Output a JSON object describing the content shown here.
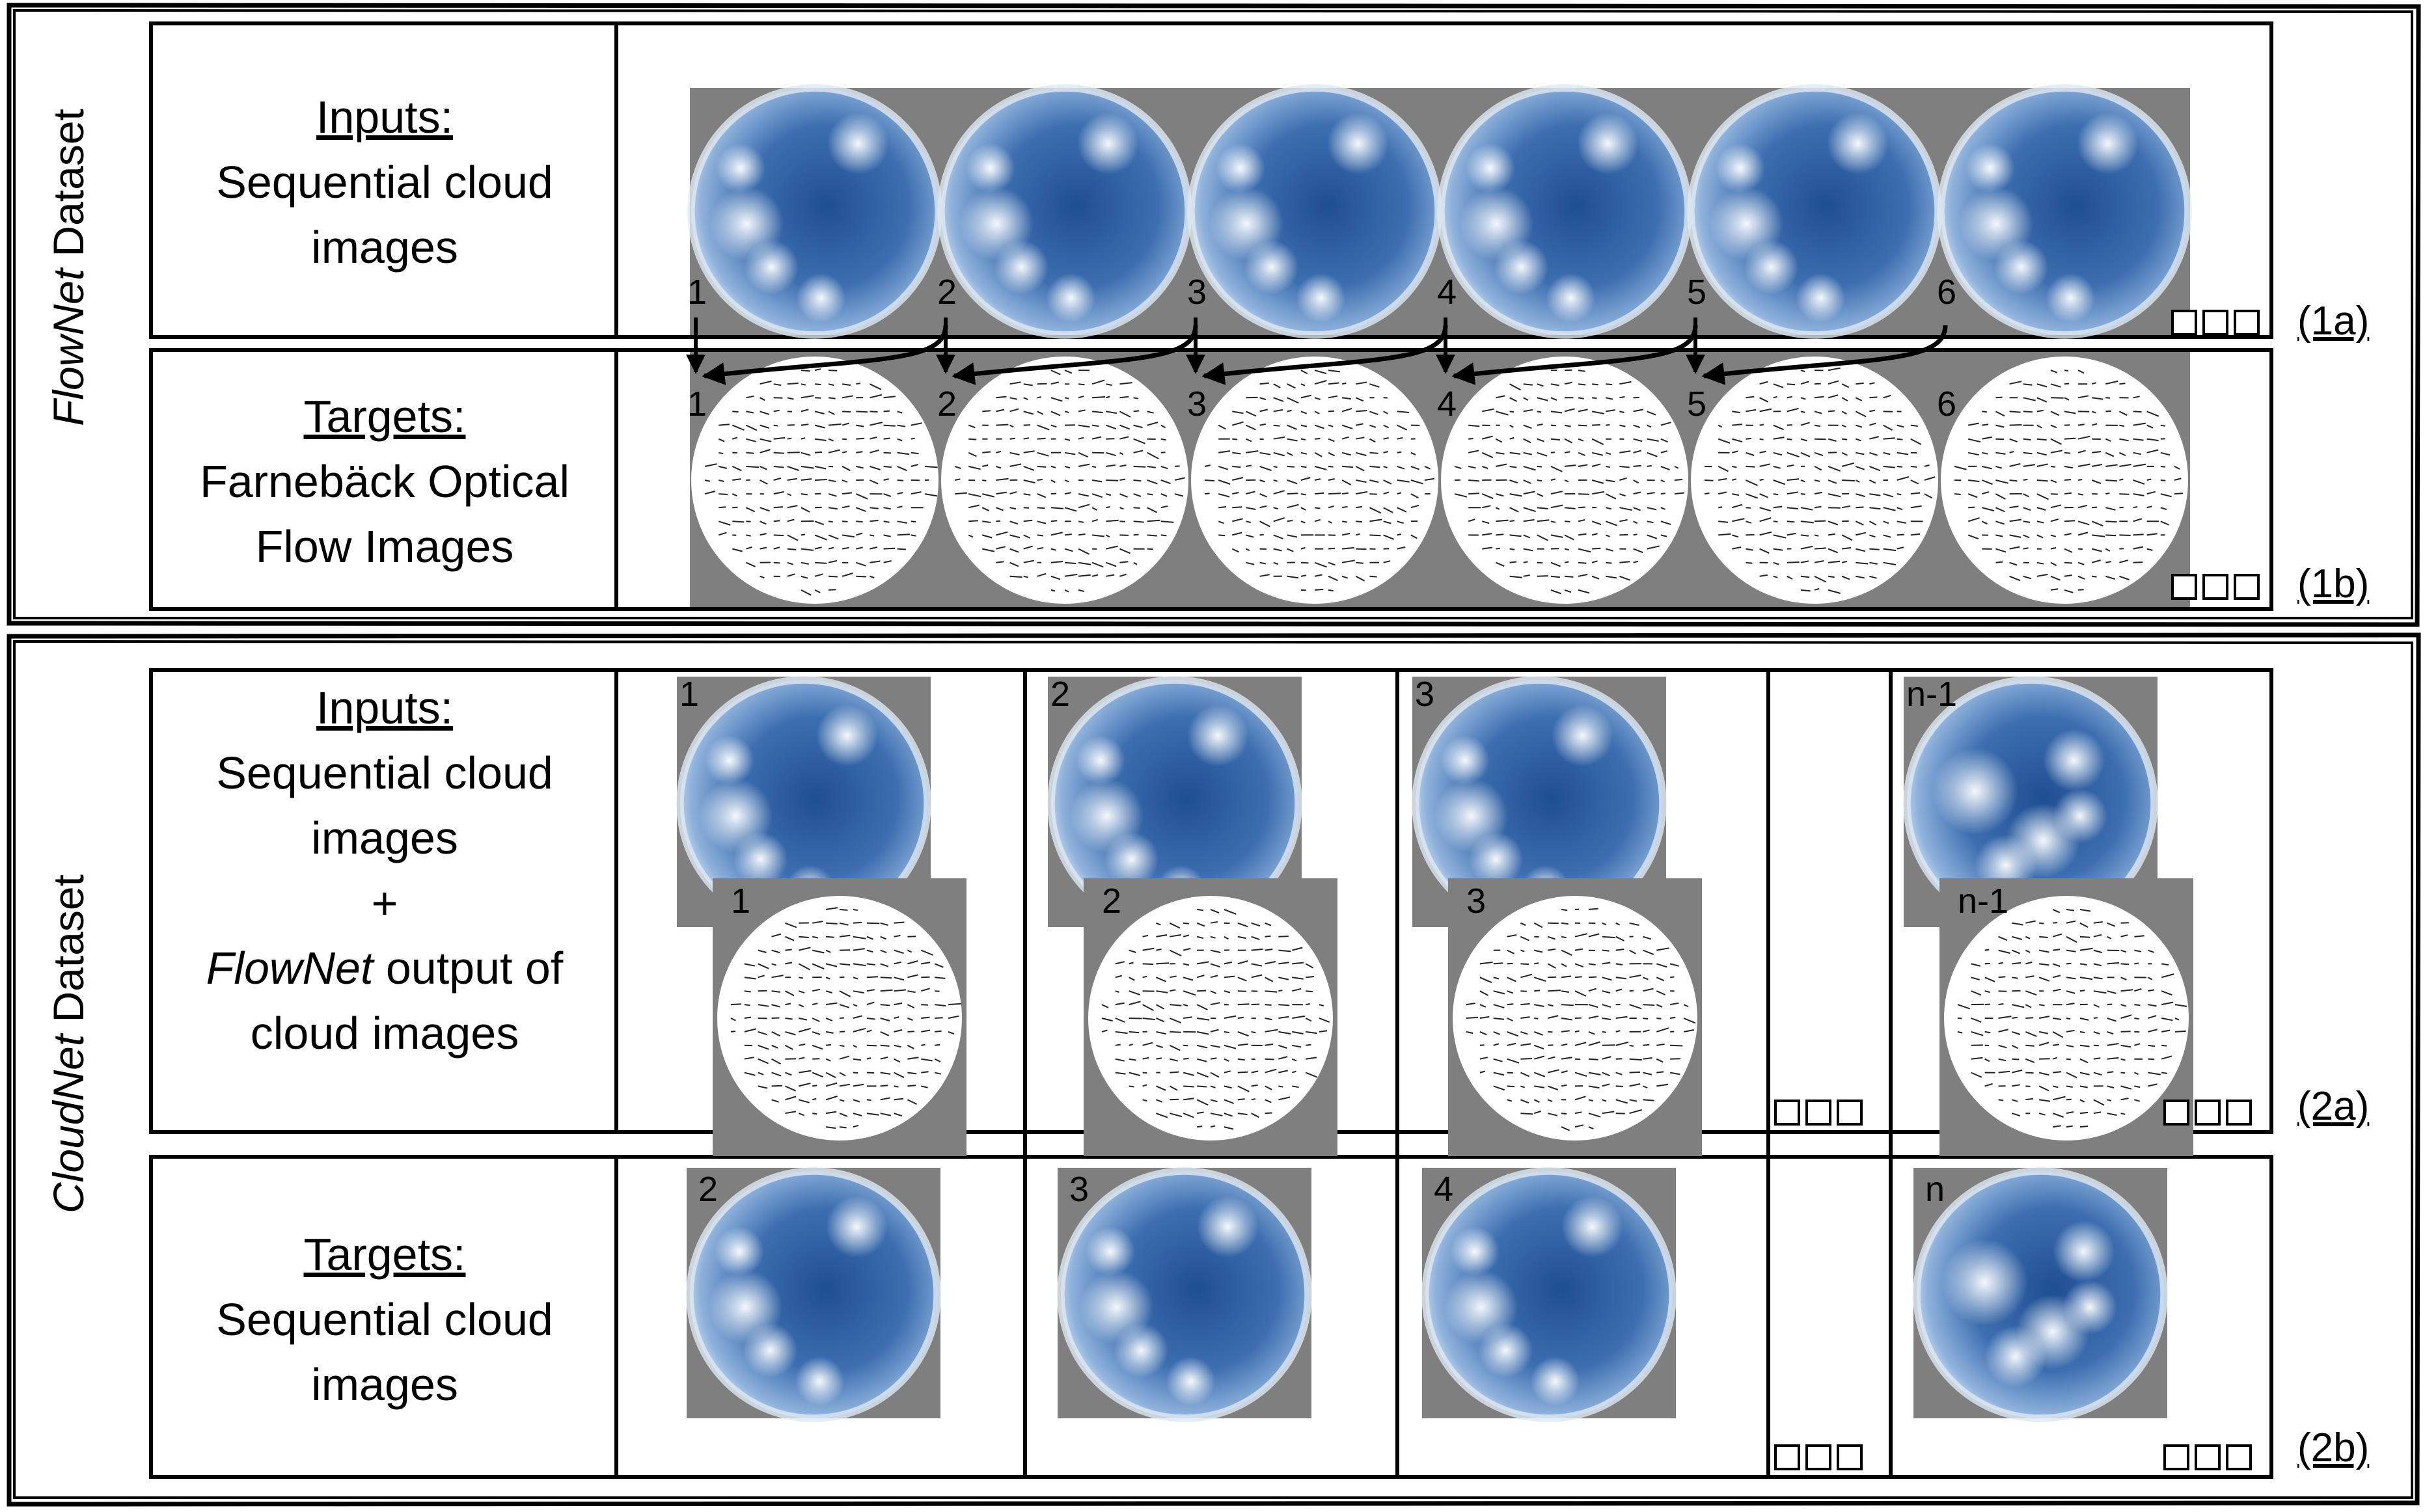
{
  "section1": {
    "dataset_name": "FlowNet",
    "dataset_suffix": "Dataset",
    "row_a": {
      "heading": "Inputs:",
      "lines": [
        "Sequential cloud",
        "images"
      ],
      "tag": "(1a)"
    },
    "row_b": {
      "heading": "Targets:",
      "lines": [
        "Farnebäck Optical",
        "Flow Images"
      ],
      "tag": "(1b)"
    },
    "frame_numbers": [
      "1",
      "2",
      "3",
      "4",
      "5",
      "6"
    ]
  },
  "section2": {
    "dataset_name": "CloudNet",
    "dataset_suffix": "Dataset",
    "row_a": {
      "heading": "Inputs:",
      "lines": [
        "Sequential cloud",
        "images",
        "+"
      ],
      "flownet_word": "FlowNet",
      "flownet_rest": " output of",
      "last_line": "cloud images",
      "tag": "(2a)"
    },
    "row_b": {
      "heading": "Targets:",
      "lines": [
        "Sequential cloud",
        "images"
      ],
      "tag": "(2b)"
    },
    "input_numbers": [
      "1",
      "2",
      "3",
      "n-1"
    ],
    "target_numbers": [
      "2",
      "3",
      "4",
      "n"
    ]
  },
  "ellipsis_glyph": "□□□",
  "colors": {
    "sky": "#3d6fb0",
    "flow_bg": "#ffffff",
    "panel_bg": "#7f7f7f",
    "stroke": "#000000"
  }
}
